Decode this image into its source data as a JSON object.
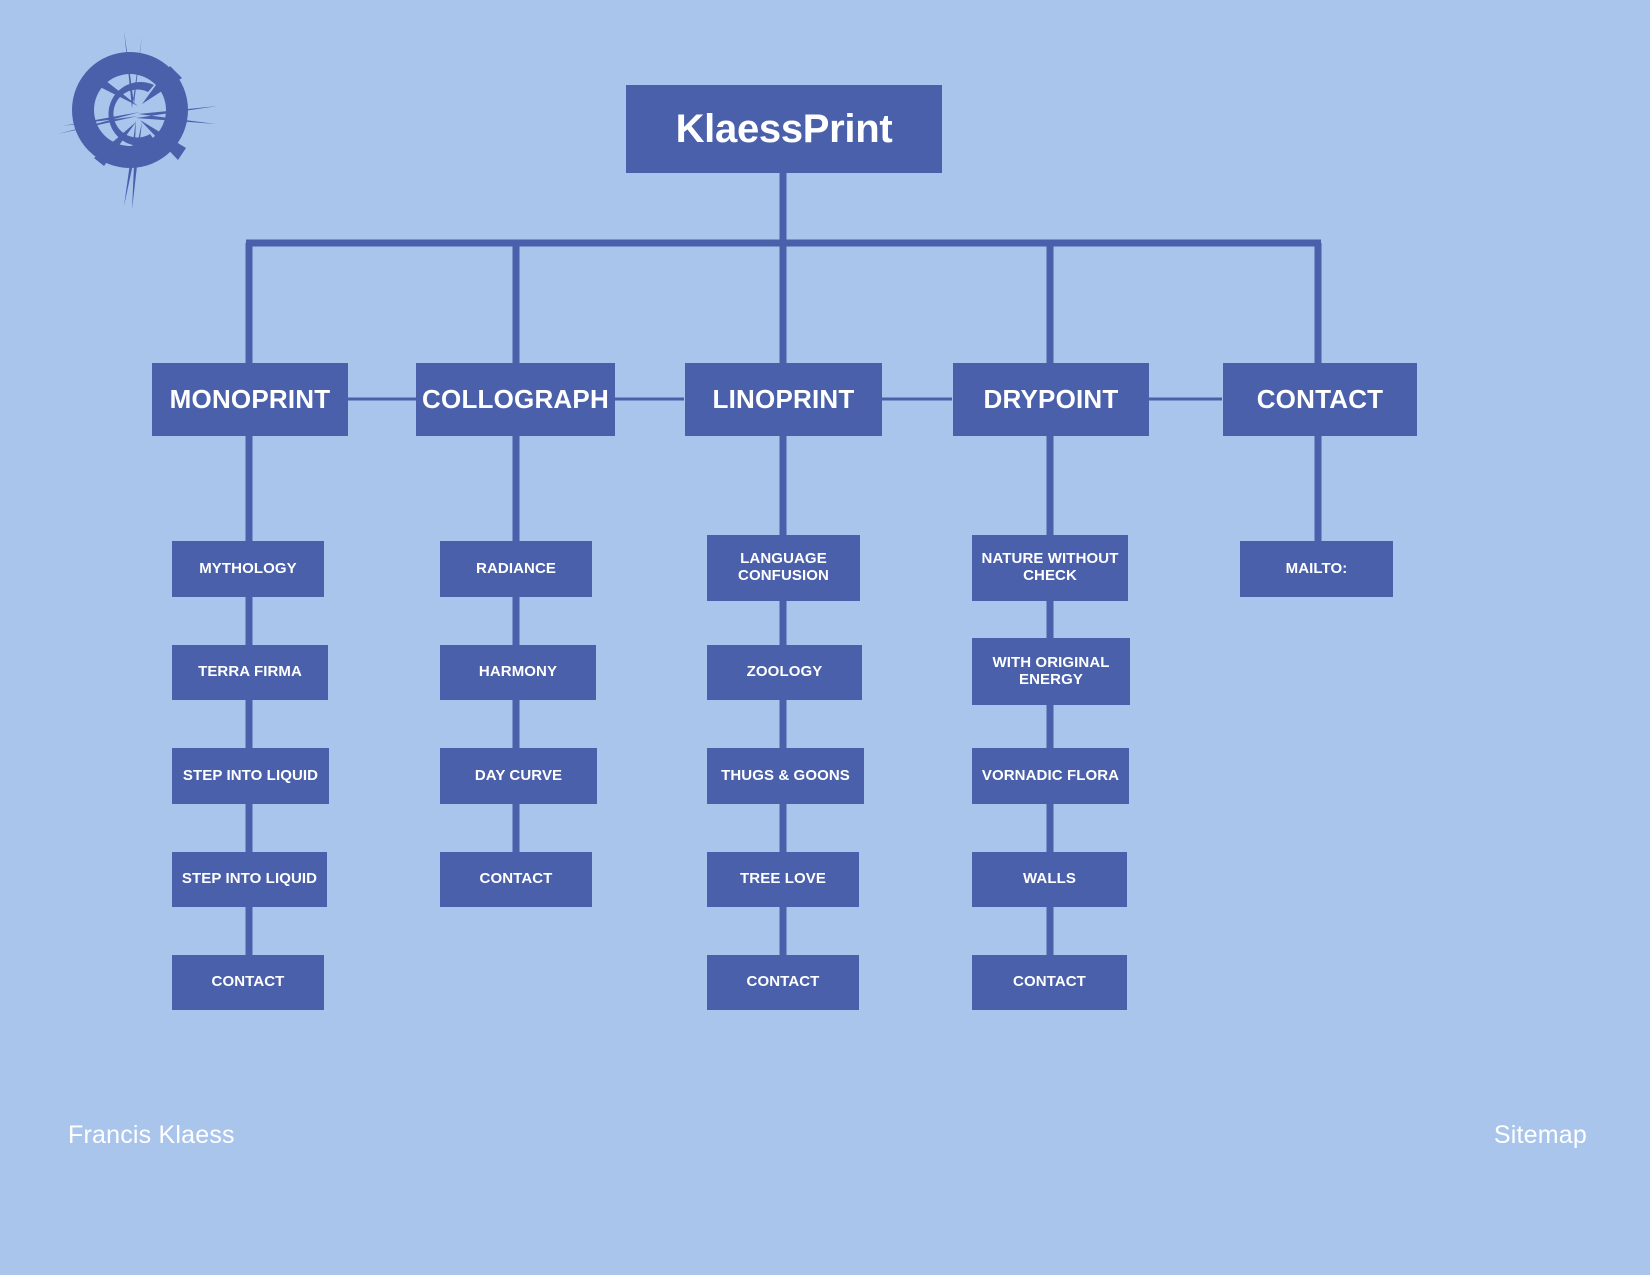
{
  "meta": {
    "background_color": "#a9c5ec",
    "node_color": "#4a60ab",
    "text_color": "#ffffff",
    "line_color": "#4a60ab"
  },
  "logo": {
    "name": "compass-rose-c-logo"
  },
  "root": {
    "label": "KlaessPrint"
  },
  "columns": [
    {
      "id": "monoprint",
      "label": "MONOPRINT",
      "children": [
        {
          "label": "MYTHOLOGY"
        },
        {
          "label": "TERRA FIRMA"
        },
        {
          "label": "STEP INTO LIQUID"
        },
        {
          "label": "STEP INTO LIQUID"
        },
        {
          "label": "CONTACT"
        }
      ]
    },
    {
      "id": "collograph",
      "label": "COLLOGRAPH",
      "children": [
        {
          "label": "RADIANCE"
        },
        {
          "label": "HARMONY"
        },
        {
          "label": "DAY CURVE"
        },
        {
          "label": "CONTACT"
        }
      ]
    },
    {
      "id": "linoprint",
      "label": "LINOPRINT",
      "children": [
        {
          "label": "LANGUAGE\nCONFUSION"
        },
        {
          "label": "ZOOLOGY"
        },
        {
          "label": "THUGS & GOONS"
        },
        {
          "label": "TREE LOVE"
        },
        {
          "label": "CONTACT"
        }
      ]
    },
    {
      "id": "drypoint",
      "label": "DRYPOINT",
      "children": [
        {
          "label": "NATURE WITHOUT\nCHECK"
        },
        {
          "label": "WITH ORIGINAL\nENERGY"
        },
        {
          "label": "VORNADIC FLORA"
        },
        {
          "label": "WALLS"
        },
        {
          "label": "CONTACT"
        }
      ]
    },
    {
      "id": "contact",
      "label": "CONTACT",
      "children": [
        {
          "label": "MAILTO:"
        }
      ]
    }
  ],
  "footer": {
    "left": "Francis Klaess",
    "right": "Sitemap"
  }
}
